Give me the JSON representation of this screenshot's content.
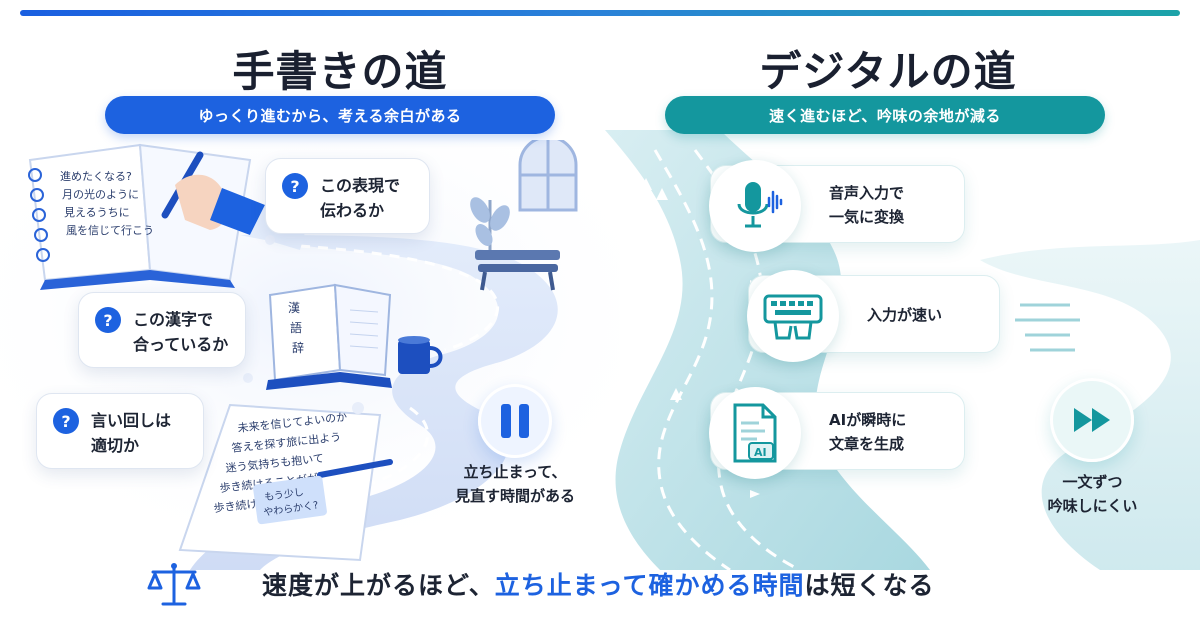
{
  "left": {
    "title": "手書きの道",
    "subtitle": "ゆっくり進むから、考える余白がある",
    "questions": [
      {
        "line1": "この表現で",
        "line2": "伝わるか"
      },
      {
        "line1": "この漢字で",
        "line2": "合っているか"
      },
      {
        "line1": "言い回しは",
        "line2": "適切か"
      }
    ],
    "pause": {
      "line1": "立ち止まって、",
      "line2": "見直す時間がある"
    },
    "notebook_text": [
      "進めたくなる?",
      "月の光のように",
      "見えるうちに",
      "風を信じて行こう"
    ],
    "paper_text": [
      "未来を信じてよいのか",
      "答えを探す旅に出よう",
      "迷う気持ちも抱いて",
      "歩き続けることがが",
      "歩き続ける"
    ],
    "note_text": [
      "もう少し",
      "やわらかく?"
    ],
    "dictionary_text": [
      "漢",
      "語",
      "辞"
    ],
    "question_mark": "?"
  },
  "right": {
    "title": "デジタルの道",
    "subtitle": "速く進むほど、吟味の余地が減る",
    "features": [
      {
        "line1": "音声入力で",
        "line2": "一気に変換",
        "icon": "microphone-icon"
      },
      {
        "line1": "入力が速い",
        "line2": "",
        "icon": "keyboard-icon"
      },
      {
        "line1": "AIが瞬時に",
        "line2": "文章を生成",
        "icon": "ai-document-icon",
        "badge": "AI"
      }
    ],
    "fast_forward": {
      "line1": "一文ずつ",
      "line2": "吟味しにくい"
    }
  },
  "bottom": {
    "prefix": "速度が上がるほど、",
    "highlight": "立ち止まって確かめる時間",
    "suffix": "は短くなる"
  },
  "colors": {
    "blue": "#1d62e0",
    "teal": "#14979e",
    "text": "#1d2433"
  }
}
